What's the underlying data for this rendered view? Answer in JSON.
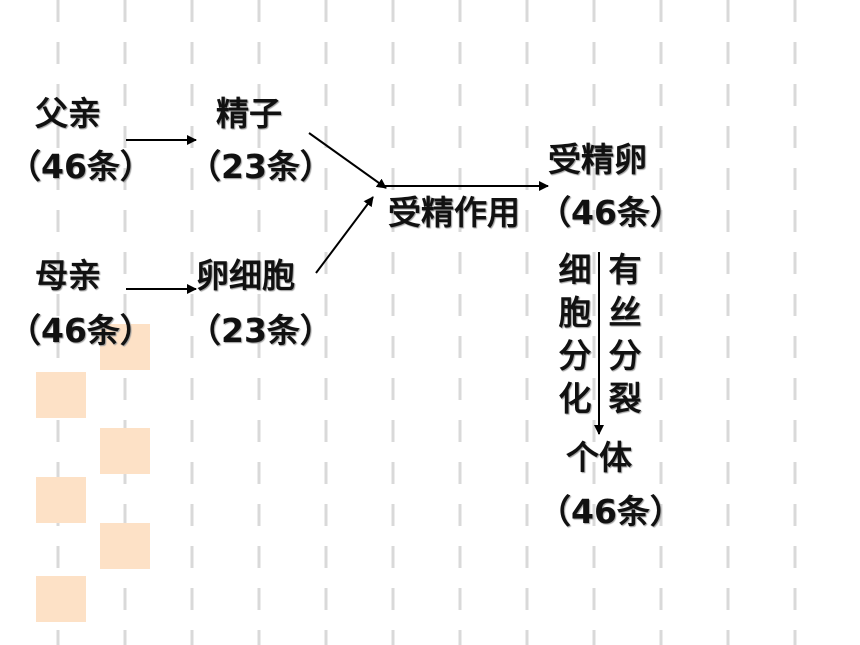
{
  "nodes": {
    "father": {
      "title": "父亲",
      "count": "（46条）"
    },
    "sperm": {
      "title": "精子",
      "count": "（23条）"
    },
    "mother": {
      "title": "母亲",
      "count": "（46条）"
    },
    "egg": {
      "title": "卵细胞",
      "count": "（23条）"
    },
    "fertilization": {
      "title": "受精作用"
    },
    "zygote": {
      "title": "受精卵",
      "count": "（46条）"
    },
    "individual": {
      "title": "个体",
      "count": "（46条）"
    }
  },
  "process_labels": {
    "differentiation": "细胞分化",
    "mitosis": "有丝分裂"
  },
  "colors": {
    "text": "#111111",
    "arrow": "#000000",
    "decor_square": "#fde1c6",
    "grid_dash": "#d9d9d9"
  }
}
